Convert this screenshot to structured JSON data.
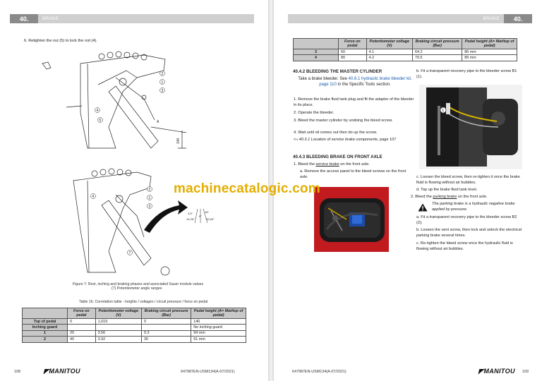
{
  "left_page": {
    "header": {
      "number": "40.",
      "title": "BRAKE"
    },
    "step6": "6.  Retighten the nut (5) to lock the rod (4).",
    "figure_caption_line1": "Figure 7: Rest, inching and braking phases and associated Sauer module values",
    "figure_caption_line2": "(7) Potentiometer angle ranges",
    "table_caption": "Table 16.   Correlation table - heights / voltages / circuit pressure / force on pedal",
    "table": {
      "headers": [
        "",
        "Force on pedal",
        "Potentiometer voltage (V)",
        "Braking circuit pressure (Bar)",
        "Pedal height (A= Mat/top of pedal)"
      ],
      "rows": [
        [
          "Top of pedal",
          "0",
          "1,019",
          "0",
          "140"
        ],
        [
          "Inching guard",
          "",
          "",
          "",
          "No inching guard"
        ],
        [
          "1",
          "20",
          "3.56",
          "9.3",
          "94 mm"
        ],
        [
          "2",
          "40",
          "3.92",
          "30",
          "91 mm"
        ]
      ]
    },
    "footer": {
      "page": "108",
      "brand": "MANITOU",
      "doc": "647987EN-USM134(A-07/2021)"
    },
    "diagram_labels": {
      "top": [
        "1",
        "2",
        "3",
        "4",
        "5",
        "A",
        "140"
      ],
      "bottom": [
        "1",
        "2",
        "3",
        "4",
        "7"
      ],
      "angles": [
        "4,5°",
        "14,26°",
        "0°",
        "18°",
        "32,60°"
      ]
    }
  },
  "right_page": {
    "header": {
      "number": "40.",
      "title": "BRAKE"
    },
    "table": {
      "headers": [
        "",
        "Force on pedal",
        "Potentiometer voltage (V)",
        "Braking circuit pressure (Bar)",
        "Pedal height (A= Mat/top of pedal)"
      ],
      "rows": [
        [
          "3",
          "60",
          "4.1",
          "64.2",
          "86 mm"
        ],
        [
          "4",
          "80",
          "4.2",
          "79.5",
          "85 mm"
        ]
      ]
    },
    "section_1": {
      "title": "40.4.2 BLEEDING THE MASTER CYLINDER",
      "intro_a": "Take a brake bleeder. See ",
      "intro_link": "40.6.1 hydraulic brake bleeder kit, page 110",
      "intro_b": " in the Specific Tools section.",
      "steps": [
        "1.  Remove the brake fluid tank plug and fit the adapter of the bleeder in its place.",
        "2.  Operate the bleeder.",
        "3.  Bleed the master cylinder by undoing the bleed screw.",
        "4.  Wait until oil comes out then do up the screw."
      ],
      "ref_italic": "40.3.1 Location of service brake components",
      "ref_page": ", page 107"
    },
    "section_2": {
      "title": "40.4.3 BLEEDING BRAKE ON FRONT AXLE",
      "step1_a": "1.  Bleed the ",
      "step1_link": "service brake",
      "step1_b": " on the front axle.",
      "sub_a": "a.  Remove the access panel to the bleed screws on the front axle."
    },
    "col2": {
      "b_fit": "b.  Fit a transparent recovery pipe to the bleeder screw B1 (1).",
      "c_loosen": "c.  Loosen the bleed screw, then re-tighten it once the brake fluid is flowing without air bubbles.",
      "d_topup": "d.  Top up the brake fluid tank level.",
      "step2_a": "2.  Bleed the ",
      "step2_link": "parking brake",
      "step2_b": " on the front axle.",
      "warning": "The parking brake is a hydraulic negative brake applied by pressure.",
      "a_fit": "a.  Fit a transparent recovery pipe to the bleeder screw B2 (2);",
      "b_loosen": "b.  Loosen the vent screw, then lock and unlock the electrical parking brake several times.",
      "c_retighten": "c.  Re-tighten the bleed screw once the hydraulic fluid is flowing without air bubbles."
    },
    "photo_label": "1",
    "footer": {
      "page": "109",
      "brand": "MANITOU",
      "doc": "647987EN-USM134(A-07/2021)"
    }
  },
  "watermark": "machinecatalogic.com"
}
